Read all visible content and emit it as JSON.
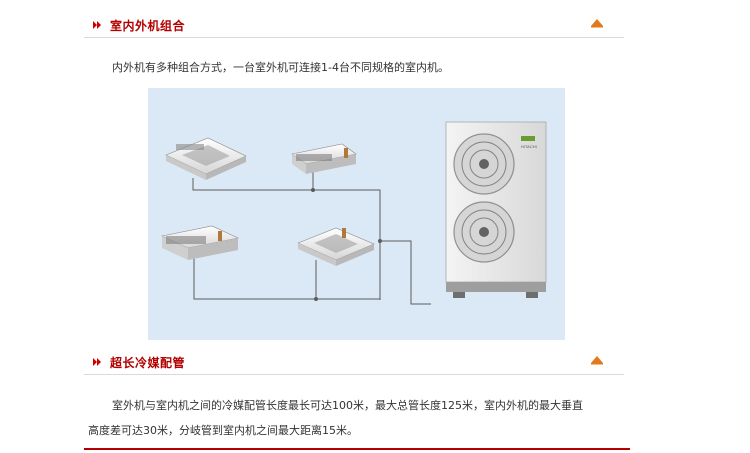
{
  "sections": [
    {
      "title": "室内外机组合",
      "body": "内外机有多种组合方式，一台室外机可连接1-4台不同规格的室内机。"
    },
    {
      "title": "超长冷媒配管",
      "body_line1": "室外机与室内机之间的冷媒配管长度最长可达100米，最大总管长度125米，室内外机的最大垂直",
      "body_line2": "高度差可达30米，分岐管到室内机之间最大距离15米。"
    }
  ],
  "outdoor_unit": {
    "brand_label": "HITACHI"
  },
  "colors": {
    "accent": "#b30000",
    "bullet": "#cc0000",
    "up_arrow": "#e07a1a",
    "diagram_bg": "#dbe9f6"
  },
  "icons": {
    "bullet": "bullet-icon",
    "back_to_top": "arrow-up-icon"
  }
}
